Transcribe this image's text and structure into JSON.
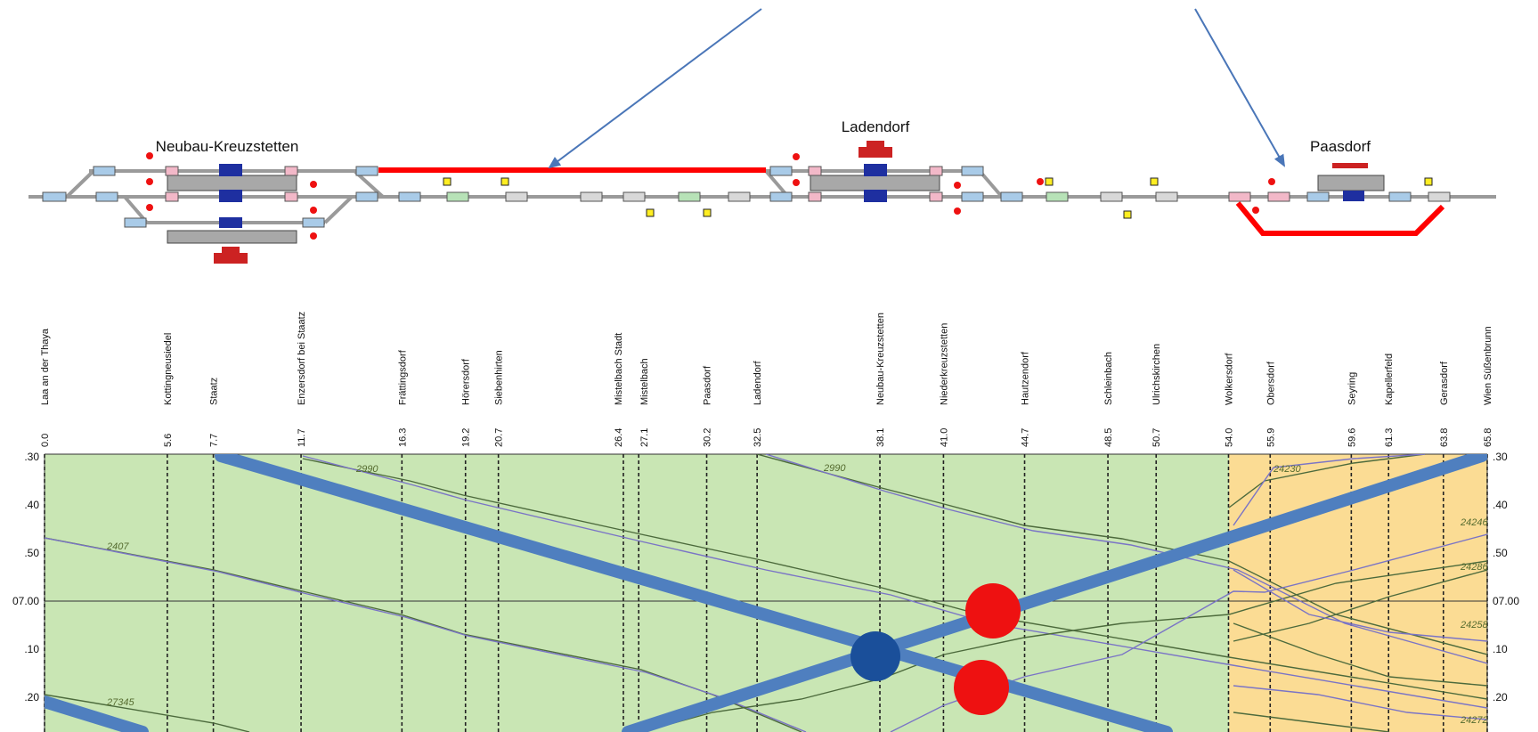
{
  "track_plan": {
    "stations": [
      {
        "name": "Neubau-Kreuzstetten"
      },
      {
        "name": "Ladendorf"
      },
      {
        "name": "Paasdorf"
      }
    ]
  },
  "timetable": {
    "stops": [
      {
        "name": "Laa an der Thaya",
        "km": "0.0"
      },
      {
        "name": "Kottingneusiedel",
        "km": "5.6"
      },
      {
        "name": "Staatz",
        "km": "7.7"
      },
      {
        "name": "Enzersdorf bei Staatz",
        "km": "11.7"
      },
      {
        "name": "Frättingsdorf",
        "km": "16.3"
      },
      {
        "name": "Hörersdorf",
        "km": "19.2"
      },
      {
        "name": "Siebenhirten",
        "km": "20.7"
      },
      {
        "name": "Mistelbach Stadt",
        "km": "26.4"
      },
      {
        "name": "Mistelbach",
        "km": "27.1"
      },
      {
        "name": "Paasdorf",
        "km": "30.2"
      },
      {
        "name": "Ladendorf",
        "km": "32.5"
      },
      {
        "name": "Neubau-Kreuzstetten",
        "km": "38.1"
      },
      {
        "name": "Niederkreuzstetten",
        "km": "41.0"
      },
      {
        "name": "Hautzendorf",
        "km": "44.7"
      },
      {
        "name": "Schleinbach",
        "km": "48.5"
      },
      {
        "name": "Ulrichskirchen",
        "km": "50.7"
      },
      {
        "name": "Wolkersdorf",
        "km": "54.0"
      },
      {
        "name": "Obersdorf",
        "km": "55.9"
      },
      {
        "name": "Seyring",
        "km": "59.6"
      },
      {
        "name": "Kapellerfeld",
        "km": "61.3"
      },
      {
        "name": "Gerasdorf",
        "km": "63.8"
      },
      {
        "name": "Wien Süßenbrunn",
        "km": "65.8"
      }
    ],
    "time_labels": [
      ".30",
      ".40",
      ".50",
      "07.00",
      ".10",
      ".20"
    ],
    "train_labels": [
      "2407",
      "27345",
      "2990",
      "2990",
      "24230",
      "24246",
      "24286",
      "24258",
      "24272"
    ],
    "colors": {
      "zone_green": "#c9e6b4",
      "zone_orange": "#fbdc94",
      "overlay_blue": "#4f7fbf",
      "marker_red": "#ee1111",
      "marker_blue": "#1a4f9a",
      "highlight_red": "#ff0000"
    }
  }
}
